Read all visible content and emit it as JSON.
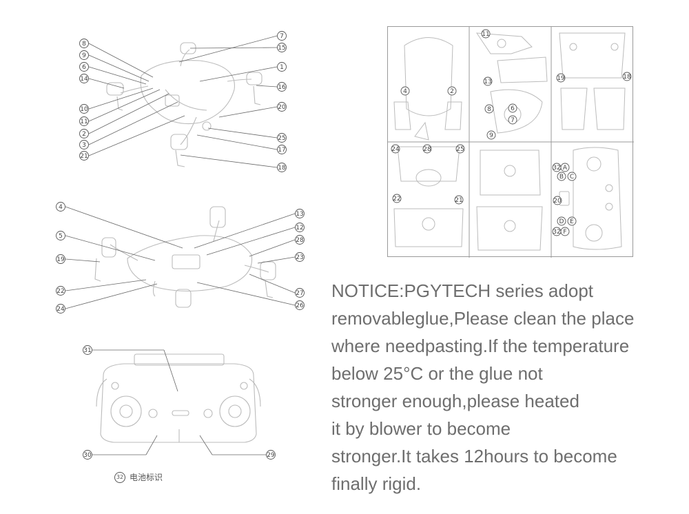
{
  "drone_top": {
    "left_callouts": [
      "8",
      "9",
      "6",
      "14",
      "10",
      "11",
      "2",
      "3",
      "21"
    ],
    "right_callouts": [
      "7",
      "15",
      "1",
      "16",
      "20",
      "25",
      "17",
      "18"
    ]
  },
  "drone_bottom": {
    "left_callouts": [
      "4",
      "5",
      "19",
      "22",
      "24"
    ],
    "right_callouts": [
      "13",
      "12",
      "28",
      "23",
      "27",
      "26"
    ]
  },
  "remote": {
    "callouts": [
      "31",
      "30",
      "29"
    ],
    "caption_number": "32",
    "caption_text": "电池标识"
  },
  "sticker_sheet": {
    "panels": [
      {
        "labels": [
          "4",
          "2"
        ]
      },
      {
        "labels": [
          "11",
          "13",
          "8",
          "6",
          "7",
          "9"
        ]
      },
      {
        "labels": [
          "19",
          "18"
        ]
      },
      {
        "labels": [
          "24",
          "28",
          "25",
          "22",
          "21"
        ]
      },
      {
        "labels": []
      },
      {
        "labels": [
          "32",
          "A",
          "B",
          "C",
          "20",
          "D",
          "E",
          "32",
          "F"
        ]
      }
    ]
  },
  "notice": {
    "lines": [
      "NOTICE:PGYTECH series adopt",
      "removableglue,Please clean the place",
      "where needpasting.If the temperature",
      "below 25°C or the glue not",
      "stronger enough,please heated",
      "it by blower to become",
      "stronger.It takes 12hours to become",
      "finally rigid."
    ]
  }
}
